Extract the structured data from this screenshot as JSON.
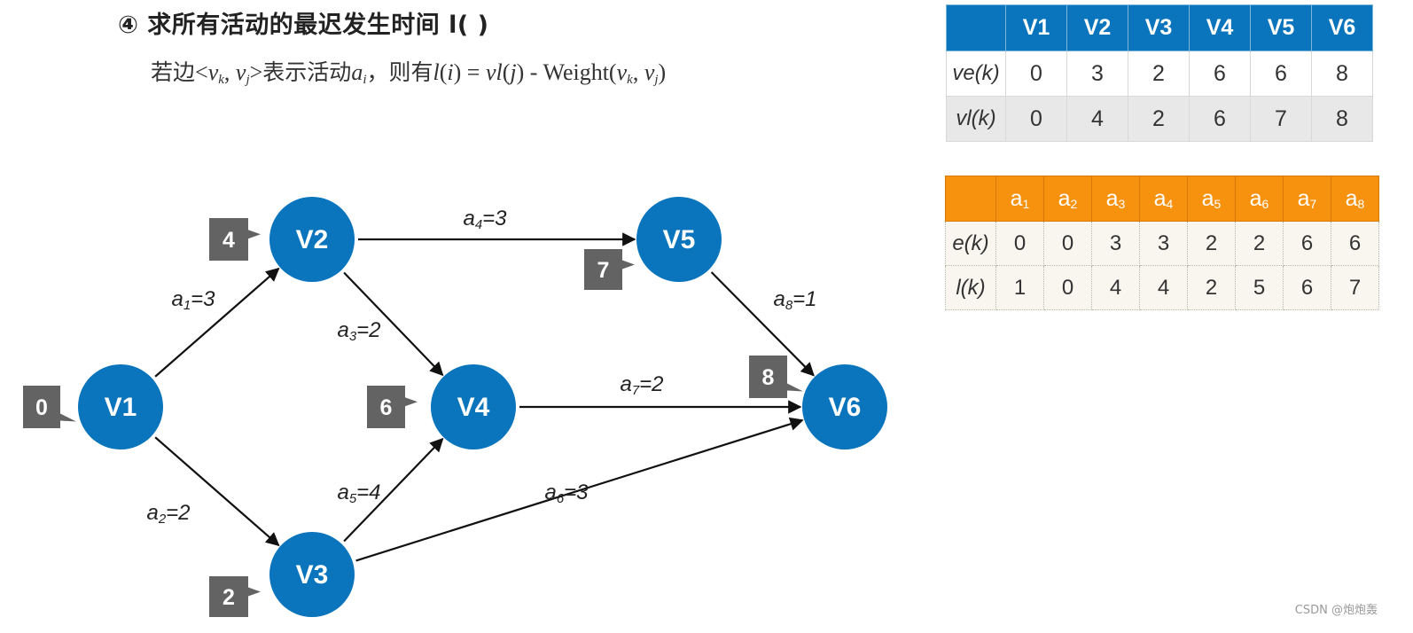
{
  "header": {
    "title": "④ 求所有活动的最迟发生时间 l( )",
    "formula": {
      "prefix": "若边",
      "edge": "<v_k, v_j>",
      "middle": "表示活动",
      "activity": "a_i",
      "comma": "，则有",
      "expression": "l(i) = vl(j) - Weight(v_k, v_j)"
    }
  },
  "colors": {
    "node_fill": "#0a74bd",
    "node_text": "#ffffff",
    "label_box": "#636363",
    "edge": "#111111",
    "vertex_table_header": "#0a74bd",
    "activity_table_header": "#f7920f",
    "activity_table_body": "#f8f6ef"
  },
  "graph": {
    "nodes": [
      {
        "id": "V1",
        "label": "V1",
        "value": "0"
      },
      {
        "id": "V2",
        "label": "V2",
        "value": "4"
      },
      {
        "id": "V3",
        "label": "V3",
        "value": "2"
      },
      {
        "id": "V4",
        "label": "V4",
        "value": "6"
      },
      {
        "id": "V5",
        "label": "V5",
        "value": "7"
      },
      {
        "id": "V6",
        "label": "V6",
        "value": "8"
      }
    ],
    "edges": [
      {
        "name": "a1",
        "sub": "1",
        "from": "V1",
        "to": "V2",
        "weight": "3"
      },
      {
        "name": "a2",
        "sub": "2",
        "from": "V1",
        "to": "V3",
        "weight": "2"
      },
      {
        "name": "a3",
        "sub": "3",
        "from": "V2",
        "to": "V4",
        "weight": "2"
      },
      {
        "name": "a4",
        "sub": "4",
        "from": "V2",
        "to": "V5",
        "weight": "3"
      },
      {
        "name": "a5",
        "sub": "5",
        "from": "V3",
        "to": "V4",
        "weight": "4"
      },
      {
        "name": "a6",
        "sub": "6",
        "from": "V3",
        "to": "V6",
        "weight": "3"
      },
      {
        "name": "a7",
        "sub": "7",
        "from": "V4",
        "to": "V6",
        "weight": "2"
      },
      {
        "name": "a8",
        "sub": "8",
        "from": "V5",
        "to": "V6",
        "weight": "1"
      }
    ]
  },
  "vertex_table": {
    "columns": [
      "V1",
      "V2",
      "V3",
      "V4",
      "V5",
      "V6"
    ],
    "rows": [
      {
        "label": "ve(k)",
        "values": [
          "0",
          "3",
          "2",
          "6",
          "6",
          "8"
        ]
      },
      {
        "label": "vl(k)",
        "values": [
          "0",
          "4",
          "2",
          "6",
          "7",
          "8"
        ]
      }
    ]
  },
  "activity_table": {
    "columns": [
      {
        "base": "a",
        "sub": "1"
      },
      {
        "base": "a",
        "sub": "2"
      },
      {
        "base": "a",
        "sub": "3"
      },
      {
        "base": "a",
        "sub": "4"
      },
      {
        "base": "a",
        "sub": "5"
      },
      {
        "base": "a",
        "sub": "6"
      },
      {
        "base": "a",
        "sub": "7"
      },
      {
        "base": "a",
        "sub": "8"
      }
    ],
    "rows": [
      {
        "label": "e(k)",
        "values": [
          "0",
          "0",
          "3",
          "3",
          "2",
          "2",
          "6",
          "6"
        ]
      },
      {
        "label": "l(k)",
        "values": [
          "1",
          "0",
          "4",
          "4",
          "2",
          "5",
          "6",
          "7"
        ]
      }
    ]
  },
  "watermark": "CSDN @炮炮轰"
}
